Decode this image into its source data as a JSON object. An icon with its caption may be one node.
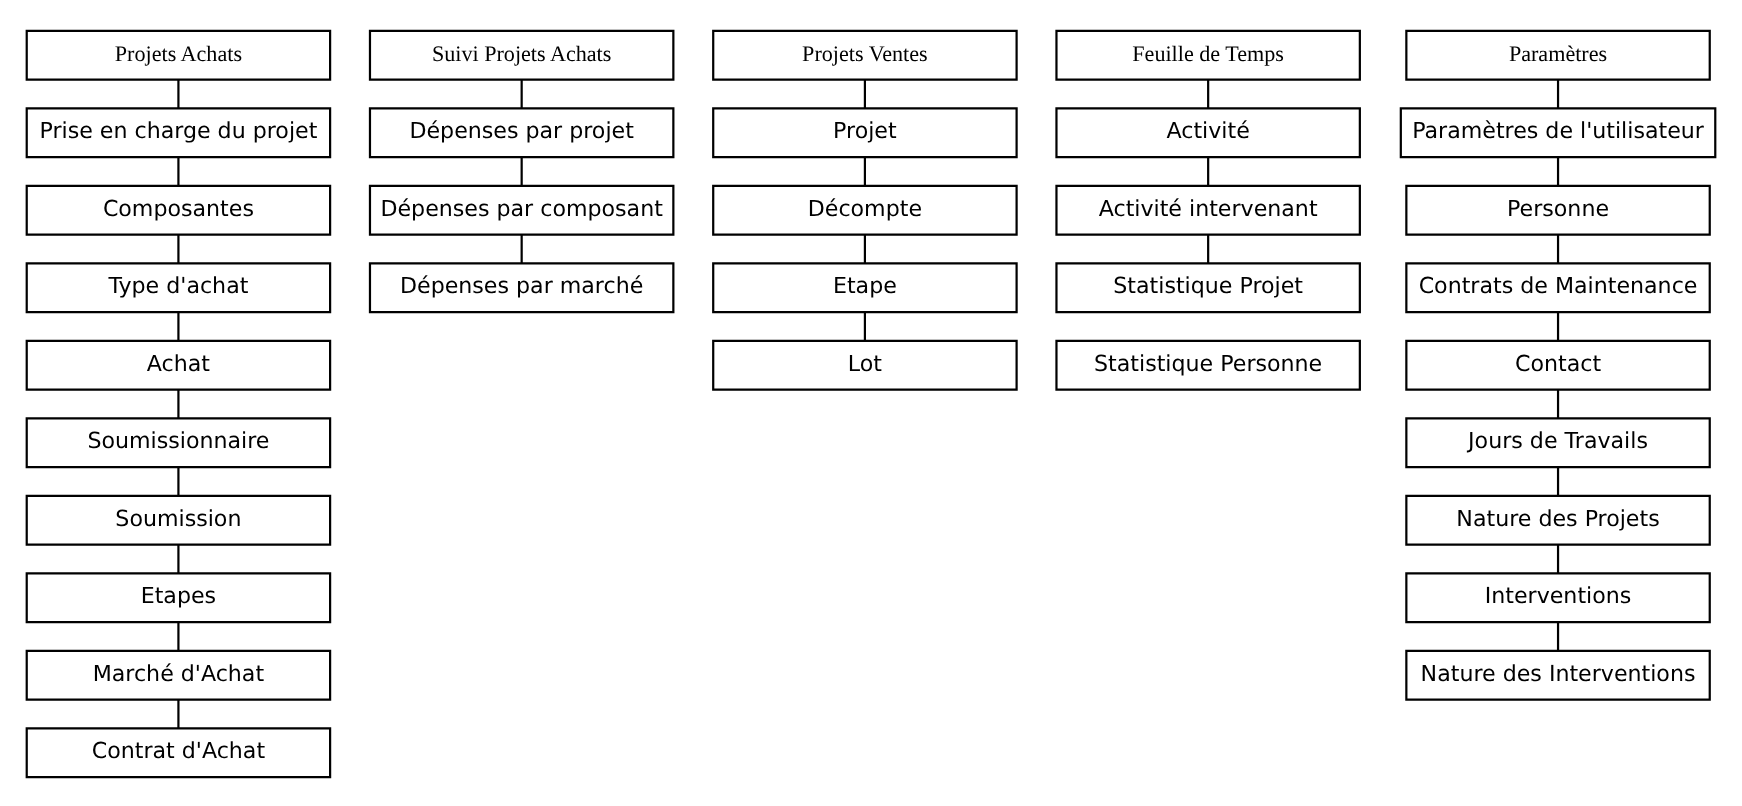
{
  "diagram": {
    "nodes": [
      {
        "text": [
          "Projets Achats"
        ]
      },
      {
        "text": [
          "Prise en charge du projet"
        ]
      },
      {
        "text": [
          "Composantes"
        ]
      },
      {
        "text": [
          "Type d'achat"
        ]
      },
      {
        "text": [
          "Achat"
        ]
      },
      {
        "text": [
          "Soumissionnaire"
        ]
      },
      {
        "text": [
          "Soumission"
        ]
      },
      {
        "text": [
          "Etapes"
        ]
      },
      {
        "text": [
          "Marché d'Achat"
        ]
      },
      {
        "text": [
          "Contrat d'Achat"
        ]
      },
      {
        "text": [
          "Suivi Projets Achats"
        ]
      },
      {
        "text": [
          "Dépenses par projet"
        ]
      },
      {
        "text": [
          "Dépenses par composant"
        ]
      },
      {
        "text": [
          "Dépenses par marché"
        ]
      },
      {
        "text": [
          "Projets Ventes"
        ]
      },
      {
        "text": [
          "Projet"
        ]
      },
      {
        "text": [
          "Décompte"
        ]
      },
      {
        "text": [
          "Etape"
        ]
      },
      {
        "text": [
          "Lot"
        ]
      },
      {
        "text": [
          "Feuille de Temps"
        ]
      },
      {
        "text": [
          "Activité"
        ]
      },
      {
        "text": [
          "Activité intervenant"
        ]
      },
      {
        "text": [
          "Statistique Projet"
        ]
      },
      {
        "text": [
          "Statistique Personne"
        ]
      },
      {
        "text": [
          "Paramètres"
        ]
      },
      {
        "text": [
          "Paramètres de l'utilisateur"
        ]
      },
      {
        "text": [
          "Personne"
        ]
      },
      {
        "text": [
          "Contrats de Maintenance"
        ]
      },
      {
        "text": [
          "Contact"
        ]
      },
      {
        "text": [
          "Jours de Travails"
        ]
      },
      {
        "text": [
          "Nature des Projets"
        ]
      },
      {
        "text": [
          "Interventions"
        ]
      },
      {
        "text": [
          "Nature des Interventions"
        ]
      }
    ],
    "edges": [
      {
        "from": 0,
        "to": 1,
        "arrow": "none"
      },
      {
        "from": 1,
        "to": 2,
        "arrow": "none"
      },
      {
        "from": 2,
        "to": 3,
        "arrow": "none"
      },
      {
        "from": 3,
        "to": 4,
        "arrow": "none"
      },
      {
        "from": 4,
        "to": 5,
        "arrow": "none"
      },
      {
        "from": 5,
        "to": 6,
        "arrow": "none"
      },
      {
        "from": 6,
        "to": 7,
        "arrow": "none"
      },
      {
        "from": 7,
        "to": 8,
        "arrow": "none"
      },
      {
        "from": 8,
        "to": 9,
        "arrow": "none"
      },
      {
        "from": 10,
        "to": 11,
        "arrow": "none"
      },
      {
        "from": 11,
        "to": 12,
        "arrow": "none"
      },
      {
        "from": 12,
        "to": 13,
        "arrow": "none"
      },
      {
        "from": 14,
        "to": 15,
        "arrow": "none"
      },
      {
        "from": 15,
        "to": 16,
        "arrow": "none"
      },
      {
        "from": 16,
        "to": 17,
        "arrow": "none"
      },
      {
        "from": 17,
        "to": 18,
        "arrow": "none"
      },
      {
        "from": 19,
        "to": 20,
        "arrow": "none"
      },
      {
        "from": 20,
        "to": 21,
        "arrow": "none"
      },
      {
        "from": 21,
        "to": 22,
        "arrow": "none"
      },
      {
        "from": 24,
        "to": 25,
        "arrow": "none"
      },
      {
        "from": 25,
        "to": 26,
        "arrow": "none"
      },
      {
        "from": 26,
        "to": 27,
        "arrow": "none"
      },
      {
        "from": 27,
        "to": 28,
        "arrow": "none"
      },
      {
        "from": 28,
        "to": 29,
        "arrow": "none"
      },
      {
        "from": 29,
        "to": 30,
        "arrow": "none"
      },
      {
        "from": 30,
        "to": 31,
        "arrow": "none"
      },
      {
        "from": 31,
        "to": 32,
        "arrow": "none"
      }
    ]
  }
}
